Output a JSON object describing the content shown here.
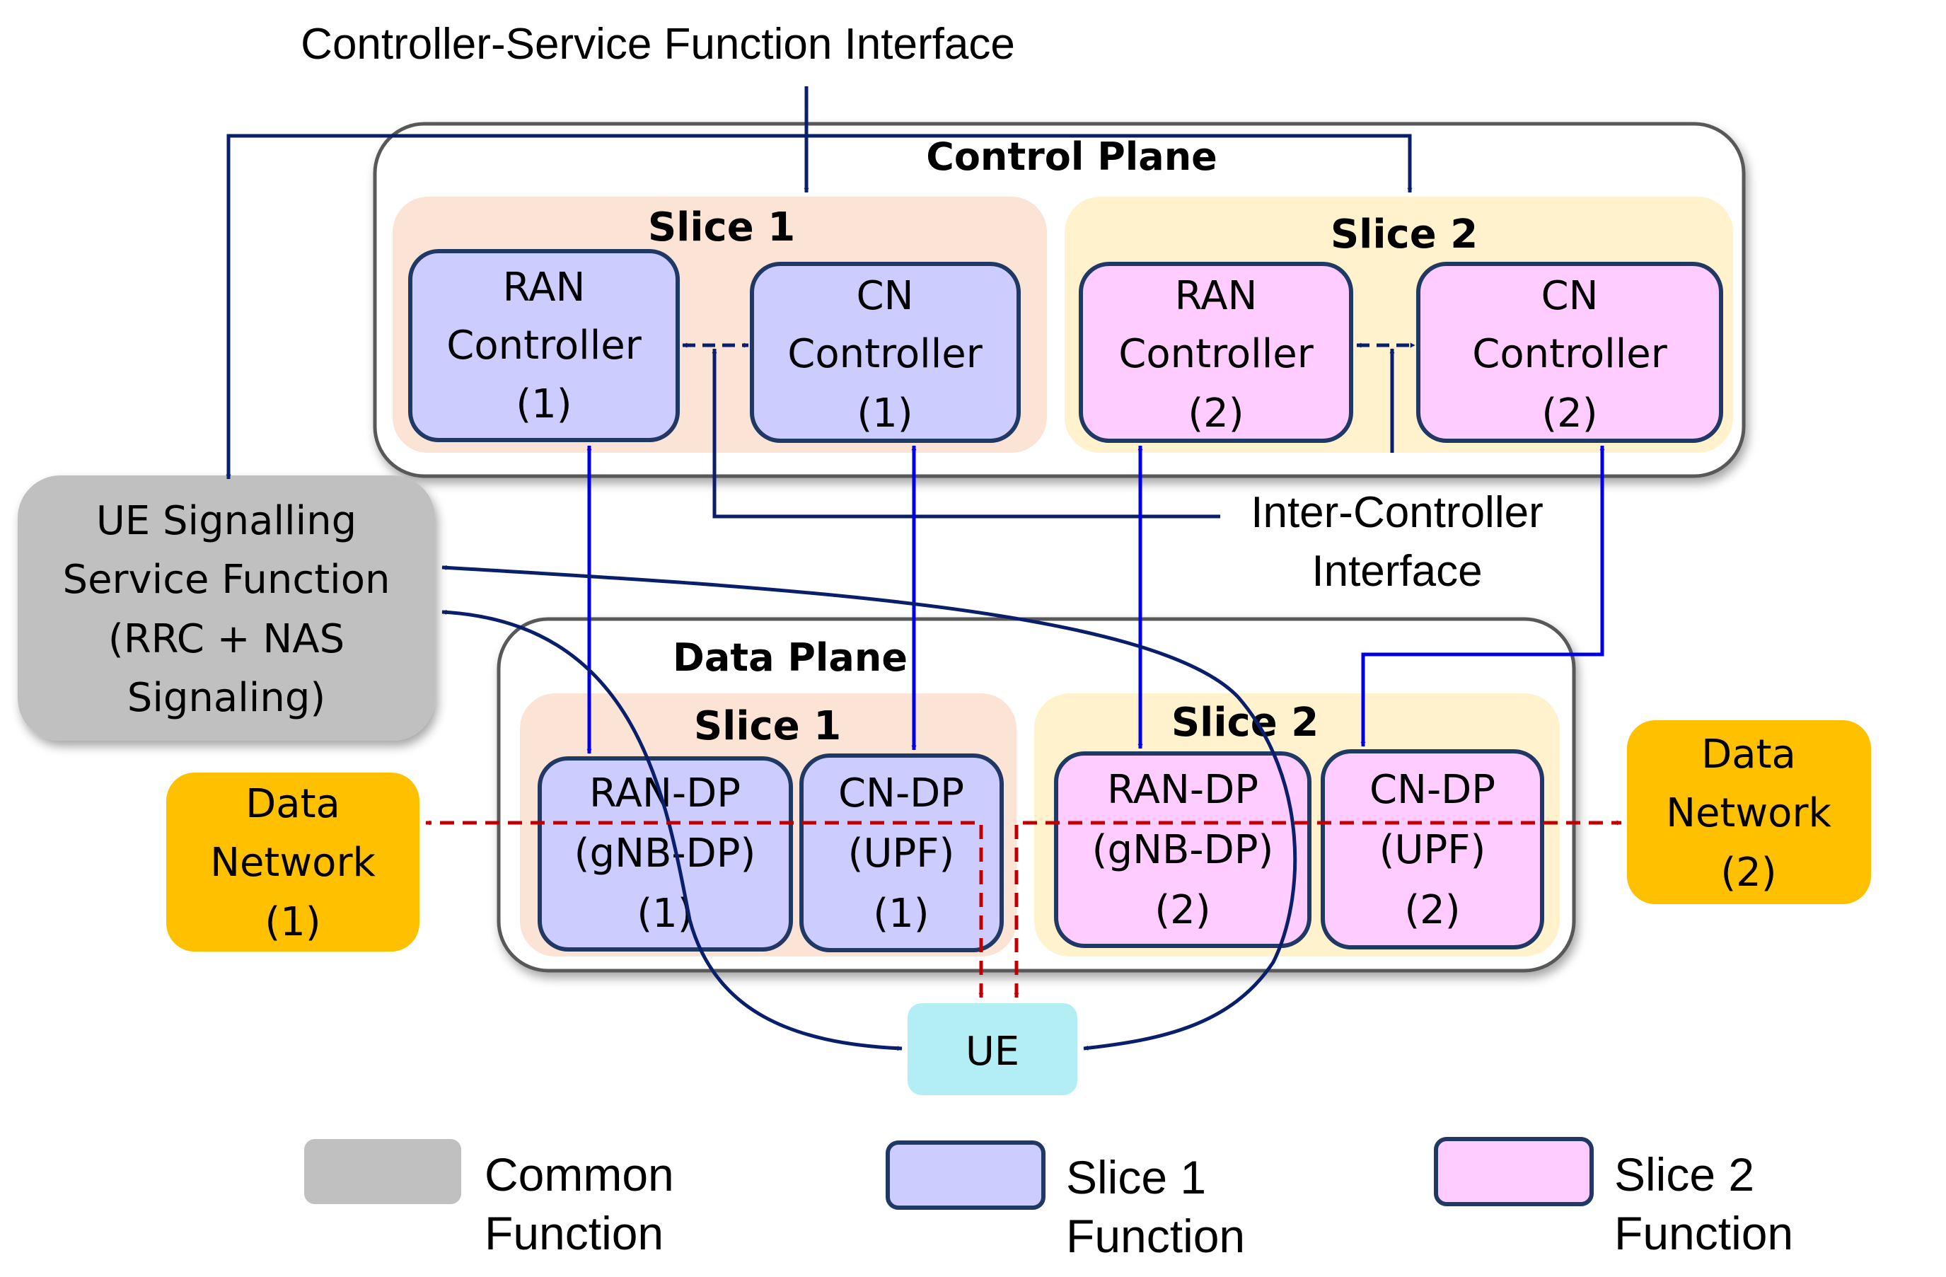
{
  "labels": {
    "controller_service_interface": "Controller-Service Function Interface",
    "inter_controller_line1": "Inter-Controller",
    "inter_controller_line2": "Interface"
  },
  "control_plane": {
    "title": "Control Plane",
    "slice1": {
      "title": "Slice 1",
      "ran_controller": [
        "RAN",
        "Controller",
        "(1)"
      ],
      "cn_controller": [
        "CN",
        "Controller",
        "(1)"
      ]
    },
    "slice2": {
      "title": "Slice 2",
      "ran_controller": [
        "RAN",
        "Controller",
        "(2)"
      ],
      "cn_controller": [
        "CN",
        "Controller",
        "(2)"
      ]
    }
  },
  "data_plane": {
    "title": "Data Plane",
    "slice1": {
      "title": "Slice 1",
      "ran_dp": [
        "RAN-DP",
        "(gNB-DP)",
        "(1)"
      ],
      "cn_dp": [
        "CN-DP",
        "(UPF)",
        "(1)"
      ]
    },
    "slice2": {
      "title": "Slice 2",
      "ran_dp": [
        "RAN-DP",
        "(gNB-DP)",
        "(2)"
      ],
      "cn_dp": [
        "CN-DP",
        "(UPF)",
        "(2)"
      ]
    }
  },
  "ue_signalling": [
    "UE Signalling",
    "Service Function",
    "(RRC + NAS",
    "Signaling)"
  ],
  "data_network_1": [
    "Data",
    "Network",
    "(1)"
  ],
  "data_network_2": [
    "Data",
    "Network",
    "(2)"
  ],
  "ue": "UE",
  "legend": {
    "common": [
      "Common",
      "Function"
    ],
    "slice1": [
      "Slice 1",
      "Function"
    ],
    "slice2": [
      "Slice 2",
      "Function"
    ]
  },
  "colors": {
    "common_fill": "#c0c0c0",
    "slice1_fill": "#ccccff",
    "slice2_fill": "#ffccff",
    "slice1_bg": "#fbe3d6",
    "slice2_bg": "#fff2cc",
    "data_network_fill": "#ffc000",
    "ue_fill": "#b3eef5",
    "box_border": "#1f3864",
    "blue_arrow": "#0000e6",
    "navy_arrow": "#0a1f6b",
    "red_dashed": "#c00000"
  }
}
